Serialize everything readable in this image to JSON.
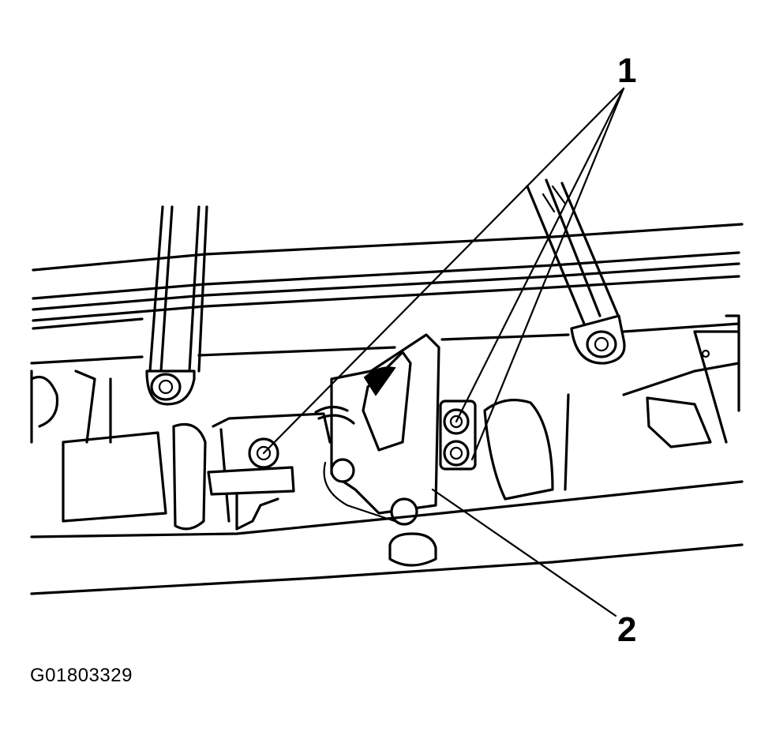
{
  "diagram": {
    "callouts": [
      {
        "label": "1",
        "meaning": ""
      },
      {
        "label": "2",
        "meaning": ""
      }
    ],
    "figure_id": "G01803329"
  }
}
